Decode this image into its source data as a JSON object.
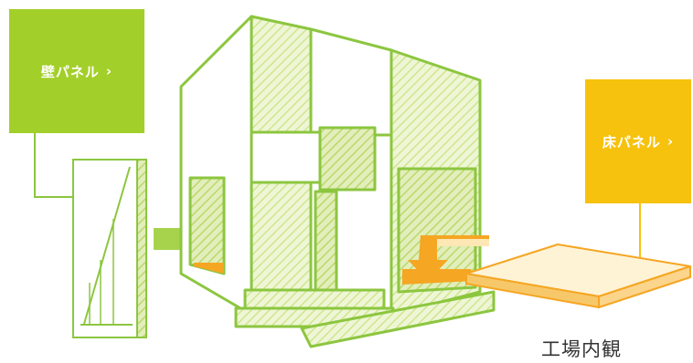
{
  "labels": {
    "wall_panel": "壁パネル",
    "floor_panel": "床パネル",
    "chevron": "›",
    "caption": "工場内観"
  },
  "colors": {
    "wall_green": "#a3cf2a",
    "floor_yellow": "#f7c20e",
    "outline_green": "#8cc63f",
    "arrow_green": "#a7d34c",
    "arrow_orange": "#f5a623",
    "floor_top": "#fde7b4",
    "floor_edge": "#f7c86a",
    "hatch_green": "#cfe68f"
  },
  "icons": {
    "wall_arrow": "arrow-right-icon",
    "floor_arrow": "arrow-down-left-icon"
  }
}
